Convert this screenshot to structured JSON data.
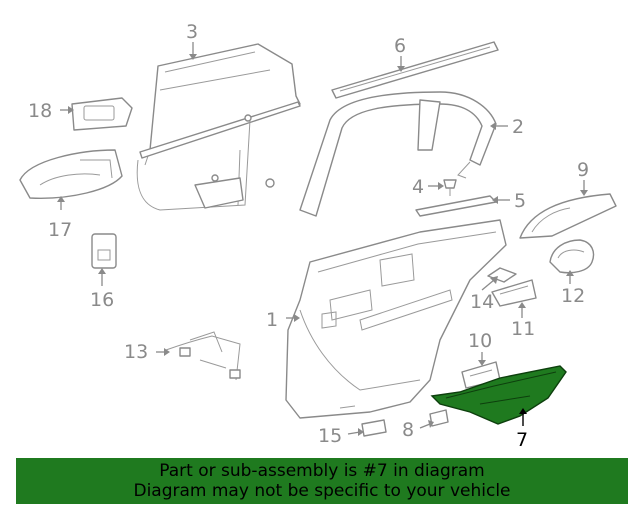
{
  "diagram": {
    "callouts": [
      "1",
      "2",
      "3",
      "4",
      "5",
      "6",
      "7",
      "8",
      "9",
      "10",
      "11",
      "12",
      "13",
      "14",
      "15",
      "16",
      "17",
      "18"
    ],
    "highlighted_part": "7",
    "highlight_color": "#1f7a1f",
    "line_color": "#8a8a8a"
  },
  "banner": {
    "line1": "Part or sub-assembly is #7 in diagram",
    "line2": "Diagram may not be specific to your vehicle"
  }
}
